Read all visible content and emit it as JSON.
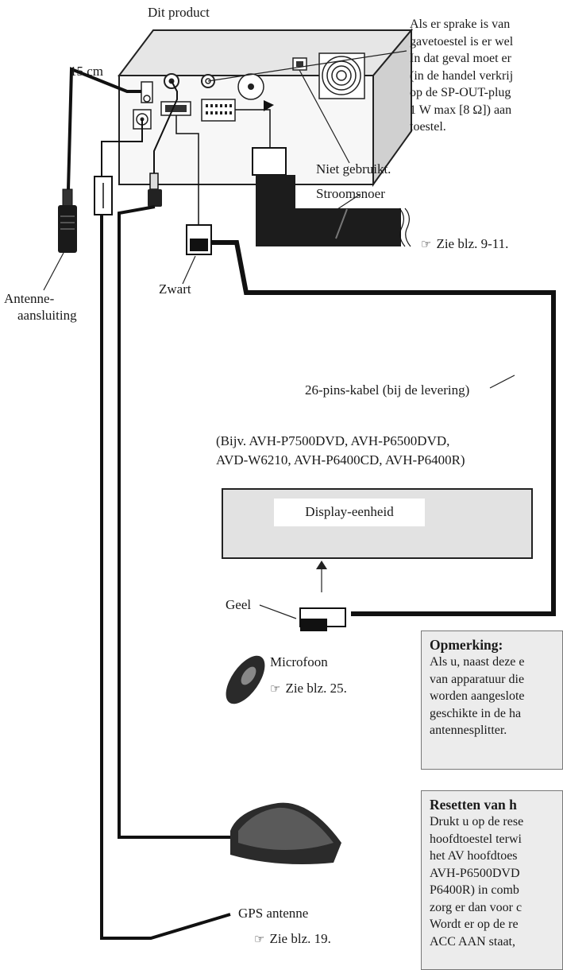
{
  "labels": {
    "product": "Dit product",
    "length": "15 cm",
    "sp_note": [
      "Als er sprake is van",
      "gavetoestel is er wel",
      "In dat geval moet er",
      "(in de handel verkrij",
      "op de SP-OUT-plug",
      "1 W max [8 Ω]) aan",
      "toestel."
    ],
    "not_used": "Niet gebruikt.",
    "power_cord": "Stroomsnoer",
    "power_ref": "Zie blz. 9-11.",
    "antenna_conn": [
      "Antenne-",
      "aansluiting"
    ],
    "black": "Zwart",
    "cable26": "26-pins-kabel (bij de levering)",
    "models": [
      "(Bijv. AVH-P7500DVD, AVH-P6500DVD,",
      "AVD-W6210, AVH-P6400CD, AVH-P6400R)"
    ],
    "display_unit": "Display-eenheid",
    "yellow": "Geel",
    "microphone": "Microfoon",
    "mic_ref": "Zie blz. 25.",
    "gps": "GPS antenne",
    "gps_ref": "Zie blz. 19."
  },
  "note_box": {
    "title": "Opmerking:",
    "lines": [
      "Als u, naast deze e",
      "van apparatuur die",
      "worden aangeslote",
      "geschikte in de ha",
      "antennesplitter."
    ]
  },
  "reset_box": {
    "title": "Resetten van h",
    "lines": [
      "Drukt u op de rese",
      "hoofdtoestel terwi",
      "het AV hoofdtoes",
      "AVH-P6500DVD",
      "P6400R) in comb",
      "zorg er dan voor c",
      "Wordt er op de re",
      "ACC AAN staat,"
    ]
  },
  "icons": {
    "reference": "hand-pointer-icon"
  }
}
